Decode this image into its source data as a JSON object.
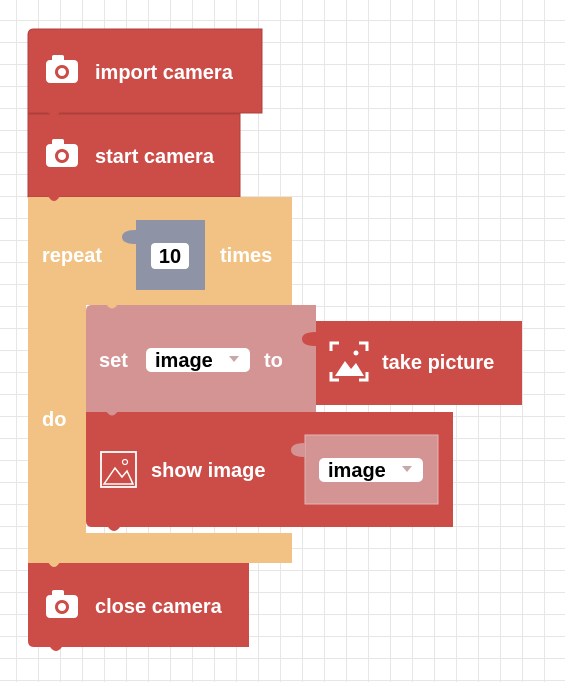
{
  "blocks": {
    "import_camera": {
      "label": "import camera",
      "icon": "camera-icon"
    },
    "start_camera": {
      "label": "start camera",
      "icon": "camera-icon"
    },
    "repeat": {
      "label": "repeat",
      "count": "10",
      "times_label": "times",
      "do_label": "do"
    },
    "set_variable": {
      "label": "set",
      "variable": "image",
      "to_label": "to"
    },
    "take_picture": {
      "label": "take picture",
      "icon": "take-picture-icon"
    },
    "show_image": {
      "label": "show image",
      "variable": "image",
      "icon": "image-icon"
    },
    "close_camera": {
      "label": "close camera",
      "icon": "camera-icon"
    }
  },
  "colors": {
    "camera_block": "#cc4c47",
    "loop_block": "#f1c283",
    "set_block": "#d49494",
    "number_block": "#8f93a6"
  }
}
